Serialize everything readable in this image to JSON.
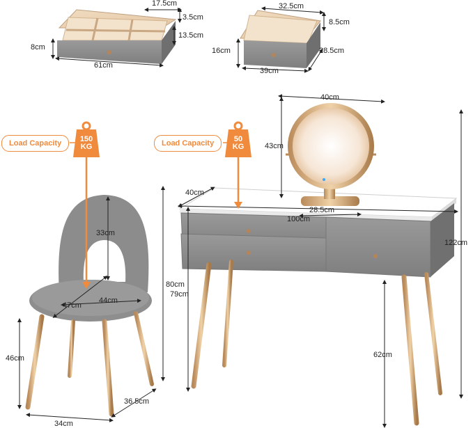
{
  "drawer_small": {
    "depth": "17.5cm",
    "compartment_height": "3.5cm",
    "inner_depth": "13.5cm",
    "height": "8cm",
    "width": "61cm"
  },
  "drawer_large": {
    "width_top": "32.5cm",
    "height_inner": "8.5cm",
    "height": "16cm",
    "depth": "28.5cm",
    "width_bottom": "39cm"
  },
  "chair": {
    "load_label": "Load Capacity",
    "load_value_top": "150",
    "load_value_unit": "KG",
    "back_height": "33cm",
    "total_height": "80cm",
    "seat_width": "44cm",
    "seat_depth": "47cm",
    "seat_height": "46cm",
    "leg_depth": "36.5cm",
    "base_width": "34cm"
  },
  "table": {
    "load_label": "Load Capacity",
    "load_value_top": "50",
    "load_value_unit": "KG",
    "mirror_width": "40cm",
    "mirror_height": "43cm",
    "depth": "40cm",
    "mirror_base": "28.5cm",
    "width": "100cm",
    "height": "79cm",
    "total_height": "122cm",
    "leg_height": "62cm"
  },
  "colors": {
    "furniture_gray": "#8e8e8e",
    "gold": "#c9a070",
    "accent_orange": "#f08a3c"
  }
}
